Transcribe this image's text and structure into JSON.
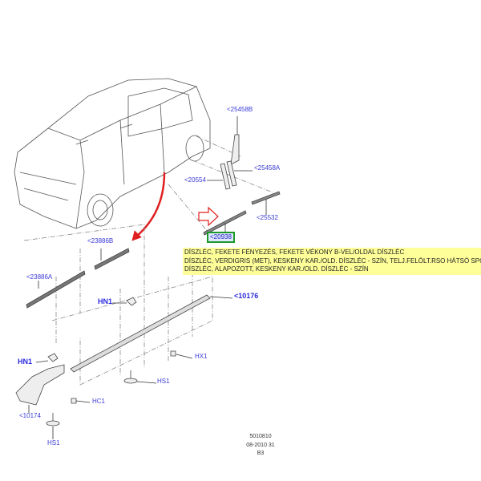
{
  "callouts": {
    "c25458B": "<25458B",
    "c25458A": "<25458A",
    "c20554": "<20554",
    "c25532": "<25532",
    "c20938": "<20938",
    "c23886B": "<23886B",
    "c23886A": "<23886A",
    "hn1_top": "HN1",
    "c10176": "<10176",
    "hx1": "HX1",
    "hs1_mid": "HS1",
    "hn1_left": "HN1",
    "hc1": "HC1",
    "c10174": "<10174",
    "hs1_bottom": "HS1"
  },
  "description": [
    "DÍSZLÉC, FEKETE FÉNYEZÉS, FEKETE VÉKONY B-VEL/OLDAL DÍSZLÉC",
    "DÍSZLÉC, VERDIGRIS (MET), KESKENY KAR./OLD. DÍSZLÉC - SZÍN, TELJ.FELÖLT.RSO HÁTSÓ SPOILER NÉLKÜL",
    "DÍSZLÉC, ALAPOZOTT, KESKENY KAR./OLD. DÍSZLÉC - SZÍN"
  ],
  "footer": [
    "5010810",
    "08-2010 31",
    "B3"
  ],
  "colors": {
    "highlight": "#ffff99",
    "selected_border": "#1a9a2a",
    "arrow": "#e02020",
    "label": "#3a3ad8"
  }
}
